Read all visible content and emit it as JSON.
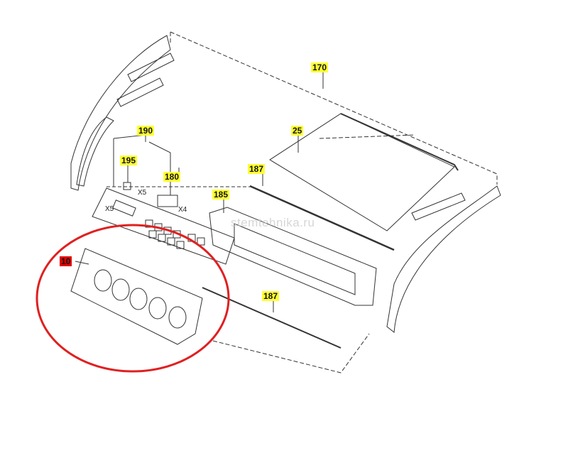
{
  "diagram": {
    "callouts": [
      {
        "id": "170",
        "highlight": "yellow"
      },
      {
        "id": "25",
        "highlight": "yellow"
      },
      {
        "id": "190",
        "highlight": "yellow"
      },
      {
        "id": "195",
        "highlight": "yellow"
      },
      {
        "id": "180",
        "highlight": "yellow"
      },
      {
        "id": "187",
        "highlight": "yellow"
      },
      {
        "id": "185",
        "highlight": "yellow"
      },
      {
        "id": "10",
        "highlight": "red"
      },
      {
        "id": "187",
        "highlight": "yellow"
      }
    ],
    "connector_labels": [
      "X5",
      "X5",
      "X4"
    ],
    "watermark": "stemtehnika.ru",
    "colors": {
      "highlight": "#ffff33",
      "selected": "#e00000",
      "circle": "#e02020"
    }
  }
}
